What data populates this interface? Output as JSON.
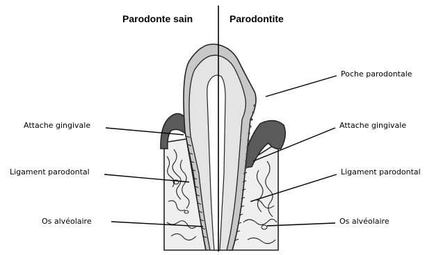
{
  "headings": {
    "healthy": "Parodonte sain",
    "diseased": "Parodontite"
  },
  "labels": {
    "left": {
      "gingival_attachment": "Attache gingivale",
      "periodontal_ligament": "Ligament parodontal",
      "alveolar_bone": "Os alvéolaire"
    },
    "right": {
      "periodontal_pocket": "Poche parodontale",
      "gingival_attachment": "Attache gingivale",
      "periodontal_ligament": "Ligament parodontal",
      "alveolar_bone": "Os alvéolaire"
    }
  },
  "colors": {
    "enamel": "#c8c8c8",
    "dentin": "#e4e4e4",
    "pulp": "#ffffff",
    "gum": "#5a5a5a",
    "bone": "#efefef",
    "line": "#000000"
  }
}
